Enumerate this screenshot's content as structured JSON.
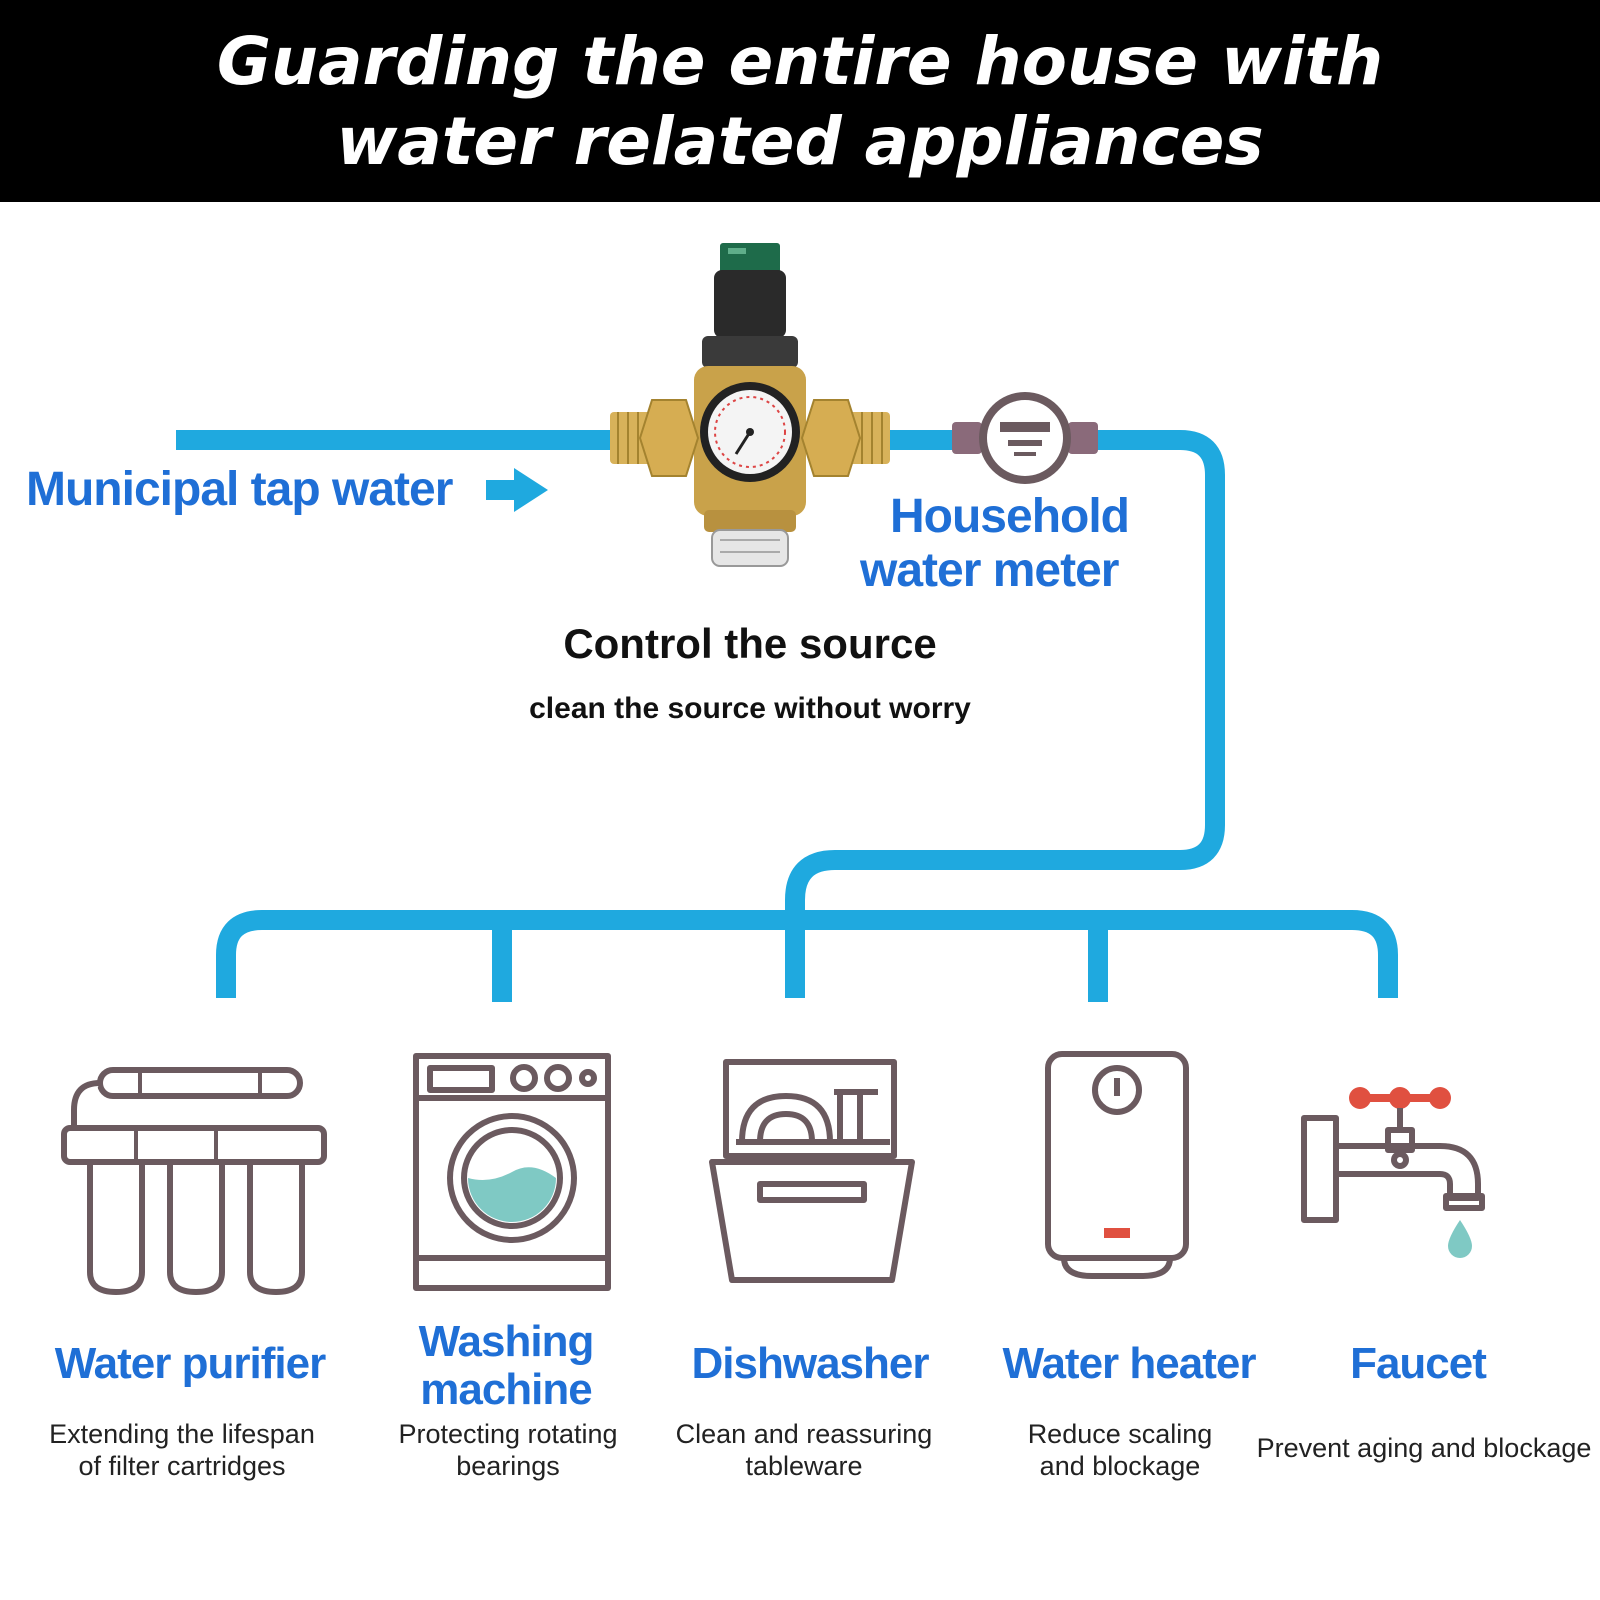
{
  "header": {
    "line1": "Guarding the entire house with",
    "line2": "water related appliances"
  },
  "source": {
    "inlet_label": "Municipal tap water",
    "meter_label_line1": "Household",
    "meter_label_line2": "water meter",
    "control_title": "Control the source",
    "control_subtitle": "clean the source without worry"
  },
  "appliances": [
    {
      "title": "Water purifier",
      "desc1": "Extending the lifespan",
      "desc2": "of filter cartridges",
      "icon": "water-purifier-icon"
    },
    {
      "title1": "Washing",
      "title2": "machine",
      "desc1": "Protecting rotating",
      "desc2": "bearings",
      "icon": "washing-machine-icon"
    },
    {
      "title": "Dishwasher",
      "desc1": "Clean and reassuring",
      "desc2": "tableware",
      "icon": "dishwasher-icon"
    },
    {
      "title": "Water heater",
      "desc1": "Reduce scaling",
      "desc2": "and blockage",
      "icon": "water-heater-icon"
    },
    {
      "title": "Faucet",
      "desc1": "Prevent aging and blockage",
      "icon": "faucet-icon"
    }
  ],
  "colors": {
    "pipe": "#1fa9df",
    "label_blue": "#1f6fd6",
    "icon_line": "#6b5a5f",
    "brass": "#c9a24a",
    "accent_red": "#e05040",
    "water": "#7fc9c4"
  }
}
